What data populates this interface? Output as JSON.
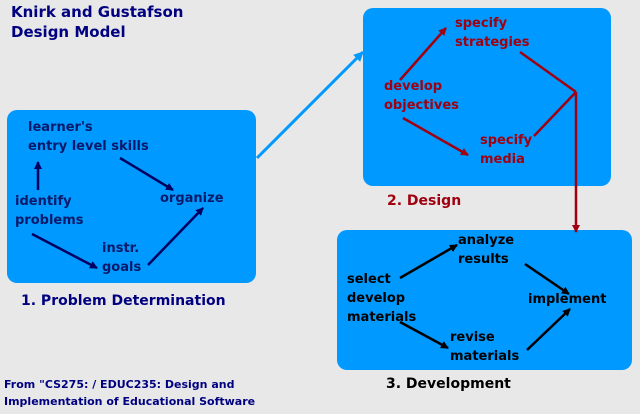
{
  "title": "Knirk and Gustafson\nDesign Model",
  "sections": {
    "problem": {
      "caption": "1. Problem Determination",
      "nodes": {
        "learners": "learner's\nentry level skills",
        "identify": "identify\nproblems",
        "organize": "organize",
        "goals": "instr.\ngoals"
      }
    },
    "design": {
      "caption": "2. Design",
      "nodes": {
        "strategies": "specify\nstrategies",
        "objectives": "develop\nobjectives",
        "media": "specify\nmedia"
      }
    },
    "development": {
      "caption": "3. Development",
      "nodes": {
        "analyze": "analyze\nresults",
        "select": "select\ndevelop\nmaterials",
        "implement": "implement",
        "revise": "revise\nmaterials"
      }
    }
  },
  "footer": "From \"CS275: / EDUC235: Design and\nImplementation of Educational Software",
  "colors": {
    "background": "#e8e8e8",
    "box": "#0099ff",
    "problem_text": "#0a1a6a",
    "design_text": "#a00010",
    "development_text": "#000000",
    "caption": "#000080",
    "design_caption": "#a00010",
    "connector": "#0099ff"
  }
}
